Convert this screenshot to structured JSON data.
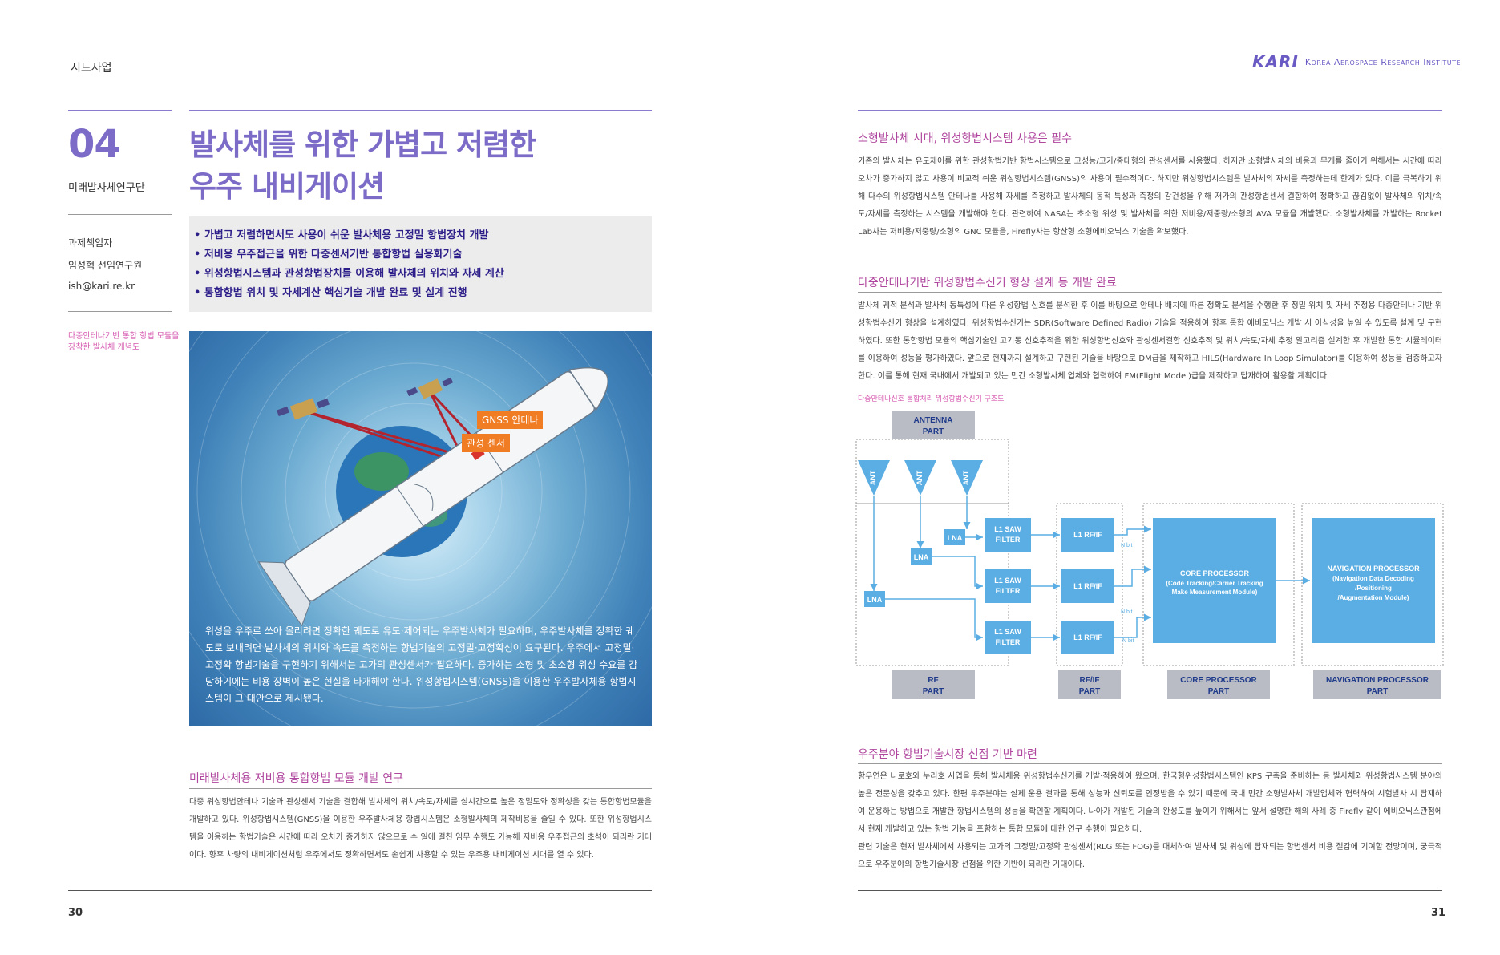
{
  "header": {
    "section": "시드사업",
    "logo_mark": "KARI",
    "logo_text": "Korea Aerospace Research Institute"
  },
  "left": {
    "number": "04",
    "dept": "미래발사체연구단",
    "pi_label": "과제책임자",
    "pi_name": "임성혁 선임연구원",
    "pi_email": "ish@kari.re.kr",
    "image_caption_line1": "다중안테나기반 통합 항법 모듈을",
    "image_caption_line2": "장착한 발사체 개념도",
    "title_line1": "발사체를 위한 가볍고 저렴한",
    "title_line2": "우주 내비게이션",
    "summary": [
      "가볍고 저렴하면서도 사용이 쉬운 발사체용 고정밀 항법장치 개발",
      "저비용 우주접근을 위한 다중센서기반 통합항법 실용화기술",
      "위성항법시스템과 관성항법장치를 이용해 발사체의 위치와 자세 계산",
      "통합항법 위치 및 자세계산 핵심기술 개발 완료 및 설계 진행"
    ],
    "hero_tag_gnss": "GNSS 안테나",
    "hero_tag_ins": "관성 센서",
    "hero_text": "위성을 우주로 쏘아 올리려면 정확한 궤도로 유도·제어되는 우주발사체가 필요하며, 우주발사체를 정확한 궤도로 보내려면 발사체의 위치와 속도를 측정하는 항법기술의 고정밀·고정확성이 요구된다. 우주에서 고정밀·고정확 항법기술을 구현하기 위해서는 고가의 관성센서가 필요하다. 증가하는 소형 및 초소형 위성 수요를 감당하기에는 비용 장벽이 높은 현실을 타개해야 한다. 위성항법시스템(GNSS)을 이용한 우주발사체용 항법시스템이 그 대안으로 제시됐다.",
    "section_title": "미래발사체용 저비용 통합항법 모듈 개발 연구",
    "section_body": "다중 위성항법안테나 기술과 관성센서 기술을 결합해 발사체의 위치/속도/자세를 실시간으로 높은 정밀도와 정확성을 갖는 통합항법모듈을 개발하고 있다. 위성항법시스템(GNSS)을 이용한 우주발사체용 항법시스템은 소형발사체의 제작비용을 줄일 수 있다. 또한 위성항법시스템을 이용하는 항법기술은 시간에 따라 오차가 증가하지 않으므로 수 일에 걸친 임무 수행도 가능해 저비용 우주접근의 초석이 되리란 기대이다. 향후 차량의 내비게이션처럼 우주에서도 정확하면서도 손쉽게 사용할 수 있는 우주용 내비게이션 시대를 열 수 있다.",
    "page_number": "30"
  },
  "right": {
    "s1_title": "소형발사체 시대, 위성항법시스템 사용은 필수",
    "s1_body": "기존의 발사체는 유도제어를 위한 관성항법기반 항법시스템으로 고성능/고가/중대형의 관성센서를 사용했다. 하지만 소형발사체의 비용과 무게를 줄이기 위해서는 시간에 따라 오차가 증가하지 않고 사용이 비교적 쉬운 위성항법시스템(GNSS)의 사용이 필수적이다. 하지만 위성항법시스템은 발사체의 자세를 측정하는데 한계가 있다. 이를 극복하기 위해 다수의 위성항법시스템 안테나를 사용해 자세를 측정하고 발사체의 동적 특성과 측정의 강건성을 위해 저가의 관성항법센서 결합하여 정확하고 끊김없이 발사체의 위치/속도/자세를 측정하는 시스템을 개발해야 한다. 관련하여 NASA는 초소형 위성 및 발사체를 위한 저비용/저중량/소형의 AVA 모듈을 개발했다. 소형발사체를 개발하는 Rocket Lab사는 저비용/저중량/소형의 GNC 모듈을, Firefly사는 항산형 소형에비오닉스 기술을 확보했다.",
    "s2_title": "다중안테나기반 위성항법수신기 형상 설계 등 개발 완료",
    "s2_body": "발사체 궤적 분석과 발사체 동특성에 따른 위성항법 신호를 분석한 후 이를 바탕으로 안테나 배치에 따른 정확도 분석을 수행한 후 정밀 위치 및 자세 추정용 다중안테나 기반 위성항법수신기 형상을 설계하였다. 위성항법수신기는 SDR(Software Defined Radio) 기술을 적용하여 향후 통합 에비오닉스 개발 시 이식성을 높일 수 있도록 설계 및 구현하였다. 또한 통합항법 모듈의 핵심기술인 고기동 신호추적을 위한 위성항법신호와 관성센서결합 신호추적 및 위치/속도/자세 추정 알고리즘 설계한 후 개발한 통합 시뮬레이터를 이용하여 성능을 평가하였다. 앞으로 현재까지 설계하고 구현된 기술을 바탕으로 DM급을 제작하고 HILS(Hardware In Loop Simulator)를 이용하여 성능을 검증하고자 한다. 이를 통해 현재 국내에서 개발되고 있는 민간 소형발사체 업체와 협력하여 FM(Flight Model)급을 제작하고 탑재하여 활용할 계획이다.",
    "diagram_caption": "다중안테나신호 통합처리 위성항법수신기 구조도",
    "diagram": {
      "antenna_part": [
        "ANTENNA",
        "PART"
      ],
      "ant": "ANT",
      "lna": "LNA",
      "saw": [
        "L1 SAW",
        "FILTER"
      ],
      "rfif": "L1 RF/IF",
      "nbit": "N bit",
      "core": [
        "CORE PROCESSOR",
        "(Code Tracking/Carrier Tracking",
        "Make Measurement Module)"
      ],
      "nav": [
        "NAVIGATION PROCESSOR",
        "(Navigation Data Decoding",
        "/Positioning",
        "/Augmentation Module)"
      ],
      "parts": [
        [
          "RF",
          "PART"
        ],
        [
          "RF/IF",
          "PART"
        ],
        [
          "CORE PROCESSOR",
          "PART"
        ],
        [
          "NAVIGATION PROCESSOR",
          "PART"
        ]
      ],
      "colors": {
        "block": "#5aaee3",
        "label": "#1f3a8a",
        "header": "#b9bcc4",
        "arrow": "#5aaee3"
      }
    },
    "s3_title": "우주분야 항법기술시장 선점 기반 마련",
    "s3_body1": "항우연은 나로호와 누리호 사업을 통해 발사체용 위성항법수신기를 개발·적용하여 왔으며, 한국형위성항법시스템인 KPS 구축을 준비하는 등 발사체와 위성항법시스템 분야의 높은 전문성을 갖추고 있다. 한편 우주분야는 실제 운용 결과를 통해 성능과 신뢰도를 인정받을 수 있기 때문에 국내 민간 소형발사체 개발업체와 협력하여 시험발사 시 탑재하여 운용하는 방법으로 개발한 항법시스템의 성능을 확인할 계획이다. 나아가 개발된 기술의 완성도를 높이기 위해서는 앞서 설명한 해외 사례 중 Firefly 같이 에비오닉스관점에서 현재 개발하고 있는 항법 기능을 포함하는 통합 모듈에 대한 연구 수행이 필요하다.",
    "s3_body2": "관련 기술은 현재 발사체에서 사용되는 고가의 고정밀/고정확 관성센서(RLG 또는 FOG)를 대체하여 발사체 및 위성에 탑재되는 항법센서 비용 절감에 기여할 전망이며, 궁극적으로 우주분야의 항법기술시장 선점을 위한 기반이 되리란 기대이다.",
    "page_number": "31"
  }
}
